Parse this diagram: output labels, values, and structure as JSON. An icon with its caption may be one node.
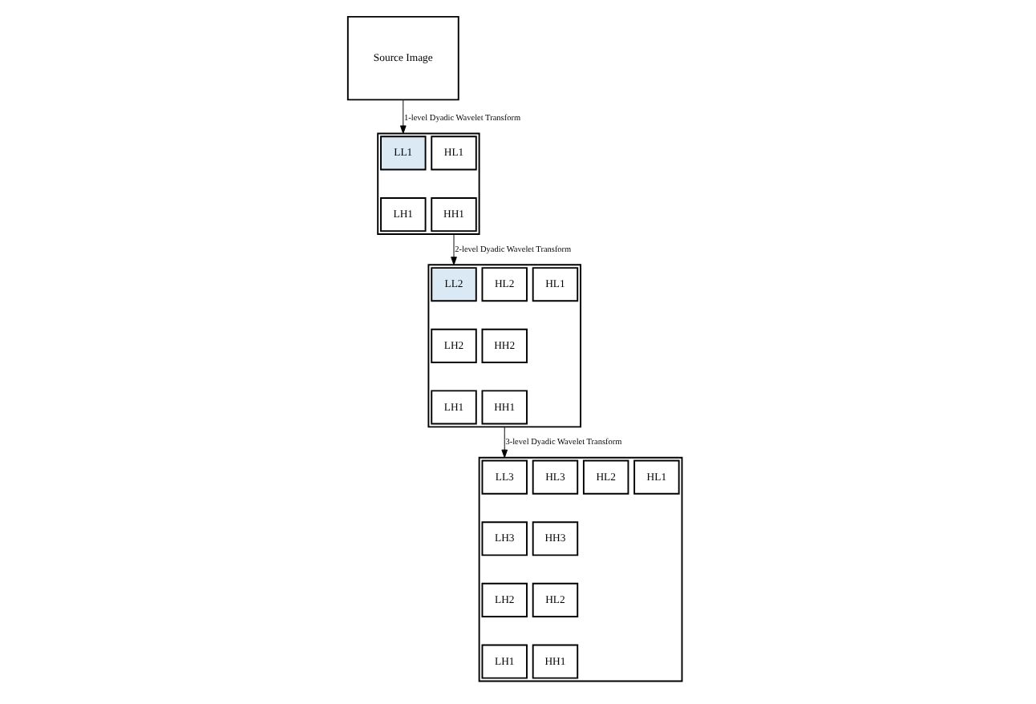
{
  "diagram": {
    "nodes": [
      {
        "text": [
          "Source Image"
        ]
      },
      {
        "text": [],
        "shape": "box"
      },
      {
        "text": [
          "LL1"
        ],
        "in": 1
      },
      {
        "text": [
          "HL1"
        ],
        "in": 1
      },
      {
        "text": [
          "LH1"
        ],
        "in": 1
      },
      {
        "text": [
          "HH1"
        ],
        "in": 1
      },
      {
        "text": [],
        "shape": "box"
      },
      {
        "text": [
          "LL2"
        ],
        "in": 6
      },
      {
        "text": [
          "HL2"
        ],
        "in": 6
      },
      {
        "text": [
          "LH2"
        ],
        "in": 6
      },
      {
        "text": [
          "HH2"
        ],
        "in": 6
      },
      {
        "text": [
          "HL1"
        ],
        "in": 6
      },
      {
        "text": [
          "LH1"
        ],
        "in": 6
      },
      {
        "text": [
          "HH1"
        ],
        "in": 6
      },
      {
        "text": [],
        "shape": "box"
      },
      {
        "text": [
          "LL3"
        ],
        "in": 14
      },
      {
        "text": [
          "HL3"
        ],
        "in": 14
      },
      {
        "text": [
          "LH3"
        ],
        "in": 14
      },
      {
        "text": [
          "HH3"
        ],
        "in": 14
      },
      {
        "text": [
          "HL2"
        ],
        "in": 14
      },
      {
        "text": [
          "LH2"
        ],
        "in": 14
      },
      {
        "text": [
          "HL2"
        ],
        "in": 14
      },
      {
        "text": [
          "HL1"
        ],
        "in": 14
      },
      {
        "text": [
          "LH1"
        ],
        "in": 14
      },
      {
        "text": [
          "HH1"
        ],
        "in": 14
      }
    ],
    "edges": [
      {
        "from": 0,
        "to": 1,
        "arrow": "to",
        "label": "1-level Dyadic Wavelet Transform"
      },
      {
        "from": 1,
        "to": 6,
        "arrow": "to",
        "label": "2-level Dyadic Wavelet Transform"
      },
      {
        "from": 6,
        "to": 14,
        "arrow": "to",
        "label": "3-level Dyadic Wavelet Transform"
      }
    ]
  }
}
